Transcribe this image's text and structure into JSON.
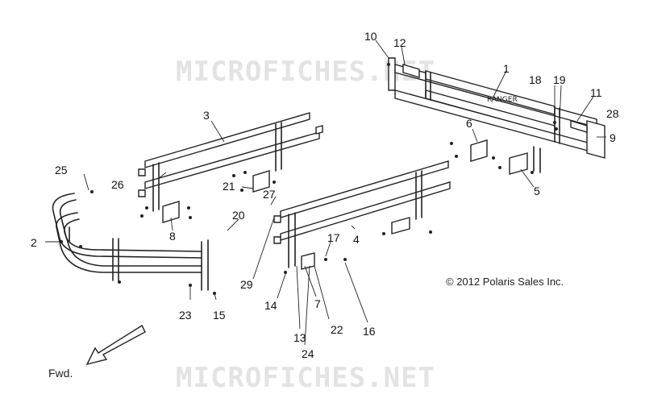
{
  "watermark": "MICROFICHES.NET",
  "copyright": "© 2012 Polaris Sales Inc.",
  "direction_label": "Fwd.",
  "callouts": [
    "1",
    "2",
    "3",
    "4",
    "5",
    "6",
    "7",
    "8",
    "9",
    "10",
    "11",
    "12",
    "13",
    "14",
    "15",
    "16",
    "17",
    "18",
    "19",
    "20",
    "21",
    "22",
    "23",
    "24",
    "25",
    "26",
    "27",
    "28",
    "29"
  ]
}
